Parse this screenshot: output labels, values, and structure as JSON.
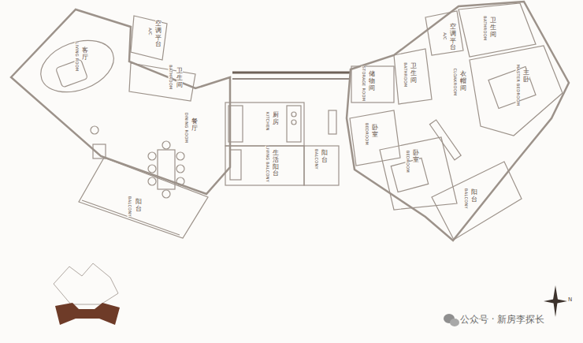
{
  "diagram": {
    "labels": [
      "空调平台",
      "A/C",
      "卫生间",
      "BATHROOM",
      "客厅",
      "LIVING ROOM",
      "餐厅",
      "DINING ROOM",
      "阳台",
      "BALCONY",
      "厨房",
      "KITCHEN",
      "生活阳台",
      "LIVING BALCONY",
      "阳台",
      "BALCONY",
      "储物间",
      "STORAGE ROOM",
      "空调平台",
      "A/C",
      "卫生间",
      "BATHROOM",
      "衣帽间",
      "CLOAKROOM",
      "卫生间",
      "BATHROOM",
      "主卧",
      "MASTER BEDROOM",
      "卧室",
      "BEDROOM",
      "卧室",
      "BEDROOM",
      "阳台",
      "BALCONY",
      "N",
      "公众号 · 新房李探长"
    ]
  }
}
